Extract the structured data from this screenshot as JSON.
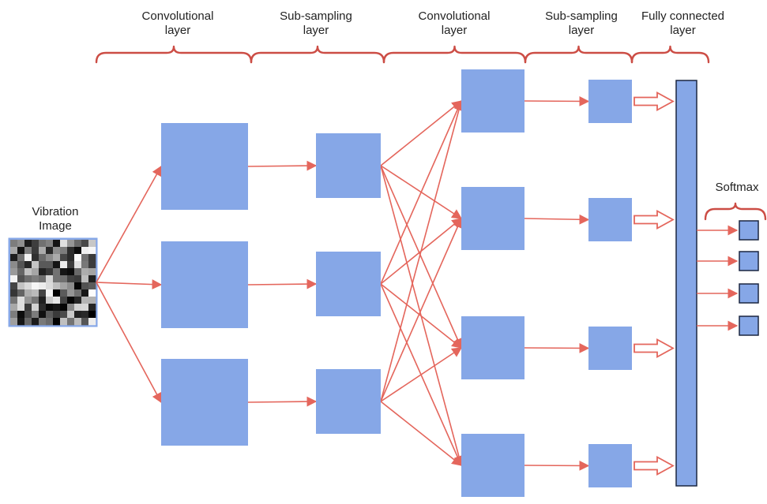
{
  "headers": {
    "conv1": [
      "Convolutional",
      "layer"
    ],
    "sub1": [
      "Sub-sampling",
      "layer"
    ],
    "conv2": [
      "Convolutional",
      "layer"
    ],
    "sub2": [
      "Sub-sampling",
      "layer"
    ],
    "fc": [
      "Fully connected",
      "layer"
    ]
  },
  "input_label": [
    "Vibration",
    "Image"
  ],
  "softmax_label": "Softmax",
  "colors": {
    "box_fill": "#86a7e7",
    "box_stroke": "#6f8fd6",
    "arrow": "#e4665c",
    "brace": "#cc4d45",
    "fc_stroke": "#1c2740"
  }
}
